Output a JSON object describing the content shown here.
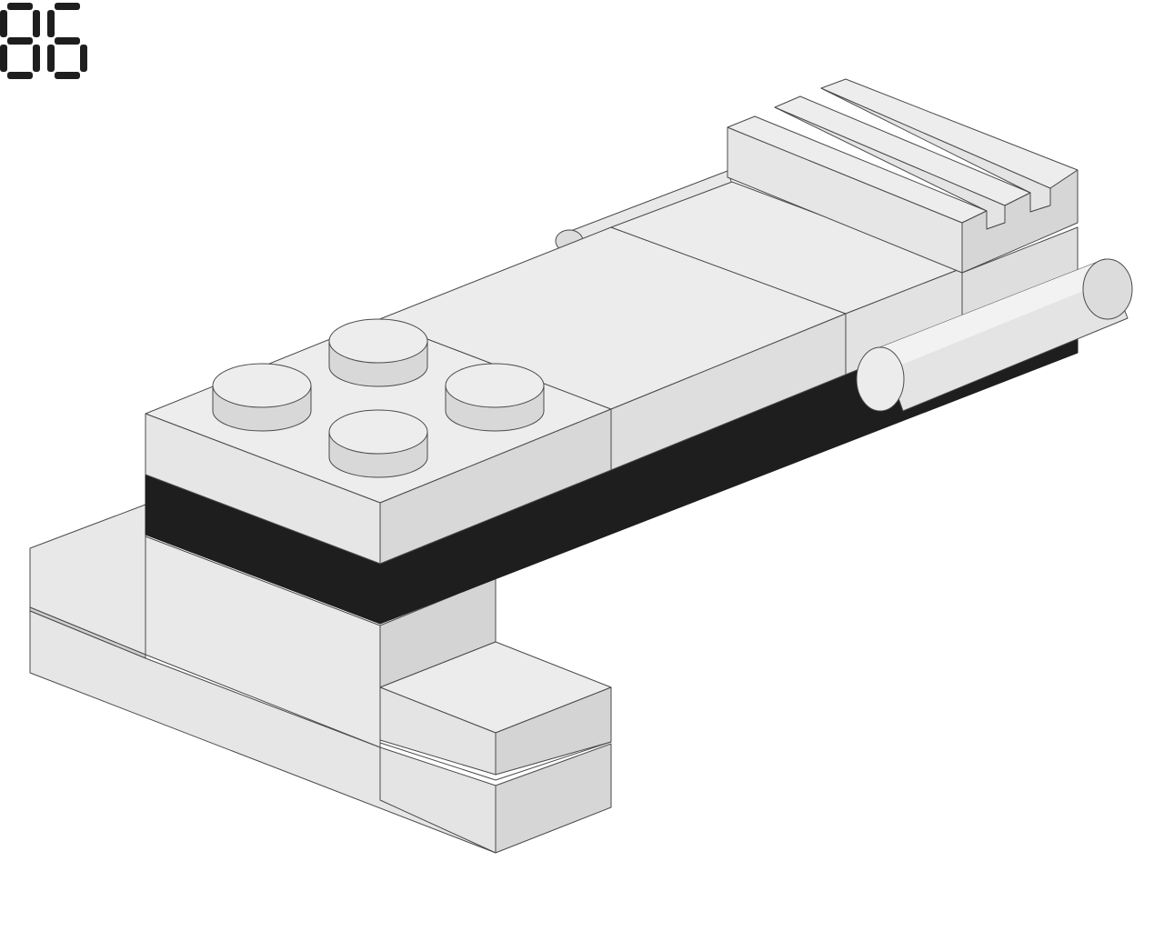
{
  "step": {
    "number": "86"
  },
  "colors": {
    "background": "#ffffff",
    "brick_top": "#ececec",
    "brick_left": "#e4e4e4",
    "brick_right": "#d6d6d6",
    "black_plate": "#1e1e1e",
    "edge": "#4a4a4a",
    "digit": "#1e1e1e"
  },
  "icons": {
    "step_counter": "seven-segment-digits",
    "model": "lego-brick-assembly"
  }
}
